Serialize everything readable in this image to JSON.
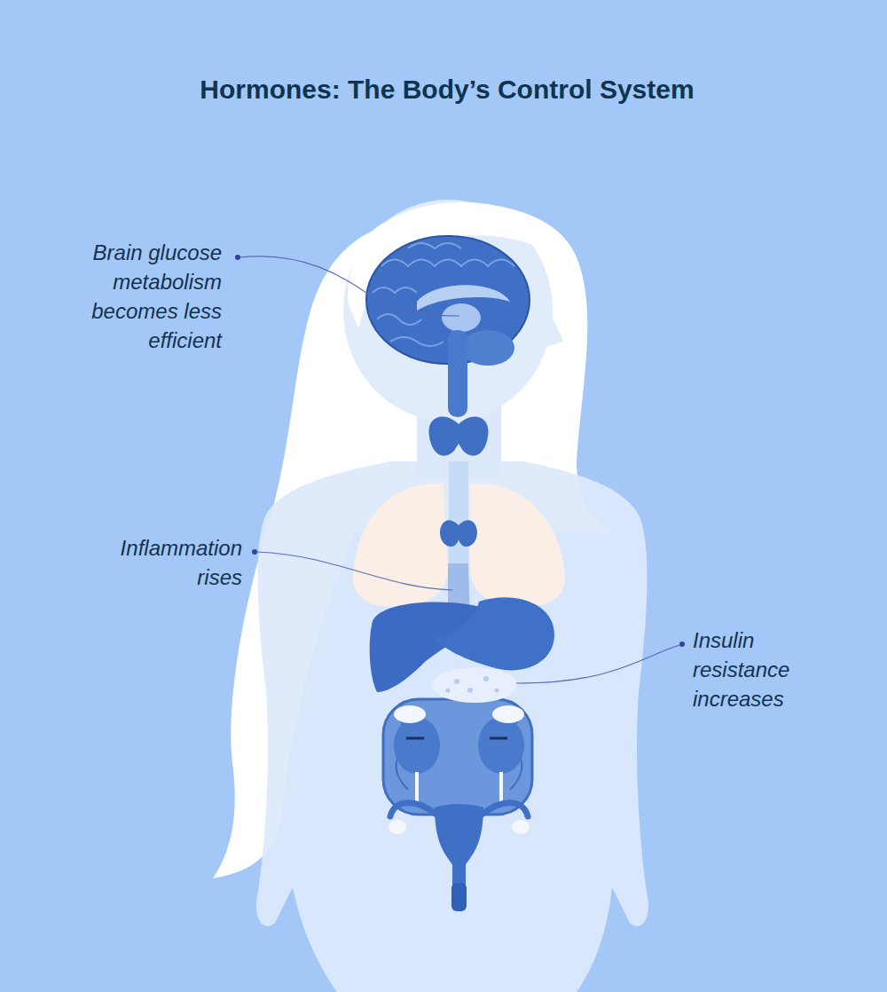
{
  "diagram": {
    "title": "Hormones: The Body’s Control System",
    "labels": [
      "Brain glucose metabolism becomes less efficient",
      "Inflammation rises",
      "Insulin resistance increases"
    ]
  }
}
